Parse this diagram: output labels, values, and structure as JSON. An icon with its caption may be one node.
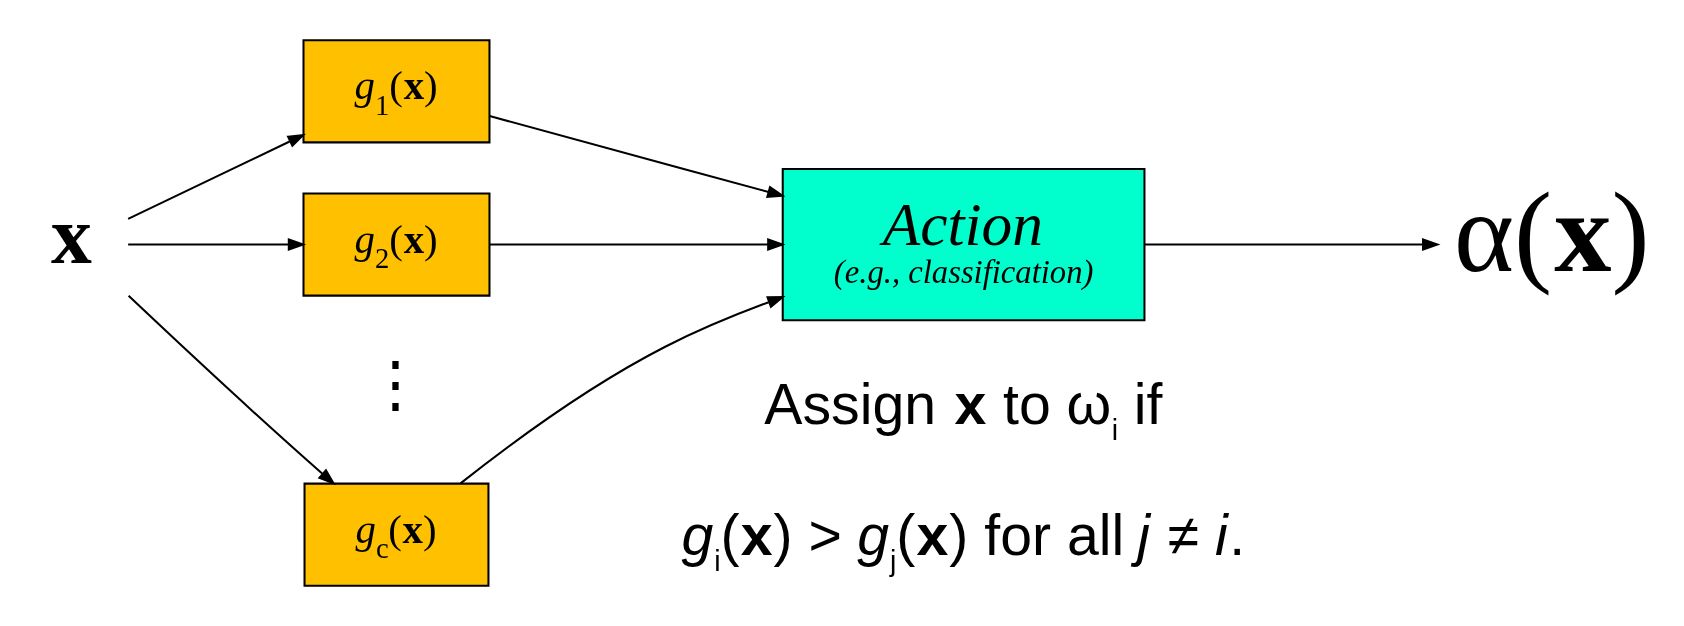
{
  "diagram": {
    "nodes": [
      {
        "text": [
          "x"
        ]
      },
      {
        "text": [
          "*g*$_{1}$(**x**)"
        ]
      },
      {
        "text": [
          "*g*$_{2}$(**x**)"
        ]
      },
      {
        "text": [
          "*g*$_{c}$(**x**)"
        ]
      },
      {
        "text": [
          "Action",
          "(e.g., classification)"
        ]
      },
      {
        "text": [
          "α(**x**)"
        ]
      }
    ],
    "edges": [
      {
        "from": 0,
        "to": 1,
        "arrow": "to"
      },
      {
        "from": 0,
        "to": 2,
        "arrow": "to"
      },
      {
        "from": 0,
        "to": 3,
        "arrow": "to"
      },
      {
        "from": 1,
        "to": 4,
        "arrow": "to"
      },
      {
        "from": 2,
        "to": 4,
        "arrow": "to"
      },
      {
        "from": 3,
        "to": 4,
        "arrow": "to"
      },
      {
        "from": 4,
        "to": 5,
        "arrow": "to"
      }
    ],
    "labels": [
      "⋮",
      "Assign **x** to ω$_{i}$ if",
      "*g*$_{i}$(**x**) > *g*$_{j}$(**x**) for all *j* ≠ *i*."
    ]
  }
}
